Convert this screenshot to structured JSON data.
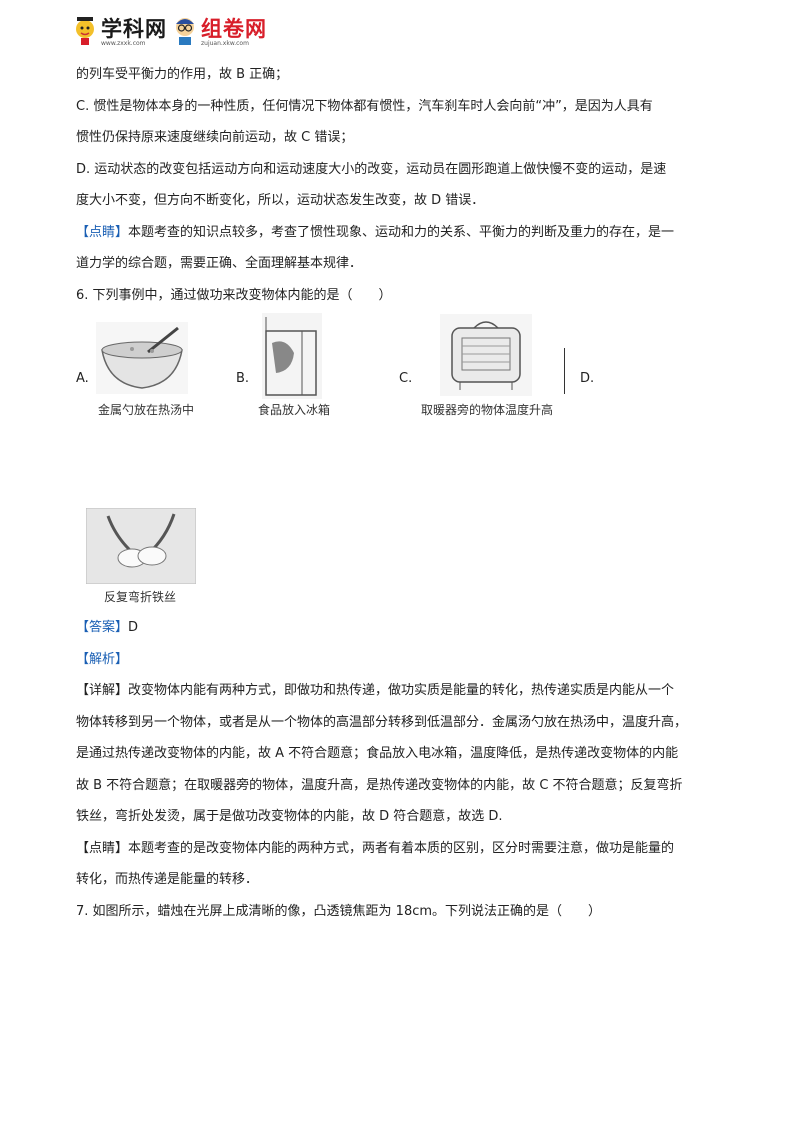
{
  "header": {
    "logo1_name": "学科网",
    "logo1_sub": "www.zxxk.com",
    "logo2_name": "组卷网",
    "logo2_sub": "zujuan.xkw.com"
  },
  "top_lines": [
    "的列车受平衡力的作用，故 B 正确；",
    "C.  惯性是物体本身的一种性质，任何情况下物体都有惯性，汽车刹车时人会向前“冲”，是因为人具有",
    "惯性仍保持原来速度继续向前运动，故 C 错误；",
    "D.  运动状态的改变包括运动方向和运动速度大小的改变，运动员在圆形跑道上做快慢不变的运动，是速",
    "度大小不变，但方向不断变化，所以，运动状态发生改变，故 D 错误．"
  ],
  "note1": {
    "tag": "【点睛】",
    "line1": "本题考查的知识点较多，考查了惯性现象、运动和力的关系、平衡力的判断及重力的存在，是一",
    "line2": "道力学的综合题，需要正确、全面理解基本规律．"
  },
  "q6": {
    "stem": "6. 下列事例中，通过做功来改变物体内能的是（　　）",
    "options": [
      {
        "label": "A.",
        "caption": "金属勺放在热汤中",
        "icon": "bowl-spoon-icon"
      },
      {
        "label": "B.",
        "caption": "食品放入冰箱",
        "icon": "fridge-icon"
      },
      {
        "label": "C.",
        "caption": "取暖器旁的物体温度升高",
        "icon": "heater-icon"
      },
      {
        "label": "D.",
        "caption": "反复弯折铁丝",
        "icon": "bending-wire-icon"
      }
    ],
    "answer_tag": "【答案】",
    "answer": "D",
    "analysis_tag": "【解析】",
    "detail_tag": "【详解】",
    "detail_lines": [
      "改变物体内能有两种方式，即做功和热传递，做功实质是能量的转化，热传递实质是内能从一个",
      "物体转移到另一个物体，或者是从一个物体的高温部分转移到低温部分．金属汤勺放在热汤中，温度升高，",
      "是通过热传递改变物体的内能，故 A 不符合题意；食品放入电冰箱，温度降低，是热传递改变物体的内能",
      "故 B 不符合题意；在取暖器旁的物体，温度升高，是热传递改变物体的内能，故 C 不符合题意；反复弯折",
      "铁丝，弯折处发烫，属于是做功改变物体的内能，故 D 符合题意，故选 D."
    ],
    "note_tag": "【点睛】",
    "note_line1": "本题考查的是改变物体内能的两种方式，两者有着本质的区别，区分时需要注意，做功是能量的",
    "note_line2": "转化，而热传递是能量的转移．"
  },
  "q7": {
    "stem": "7. 如图所示，蜡烛在光屏上成清晰的像，凸透镜焦距为 18cm。下列说法正确的是（　　）"
  },
  "colors": {
    "bracket": "#1a5fb4",
    "logo_red": "#d81e2a"
  }
}
